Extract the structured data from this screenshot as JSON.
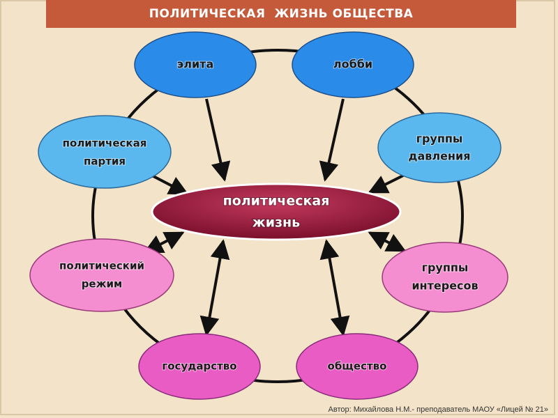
{
  "banner": {
    "title": "ПОЛИТИЧЕСКАЯ  ЖИЗНЬ ОБЩЕСТВА"
  },
  "center": {
    "lines": [
      "политическая",
      "жизнь"
    ]
  },
  "nodes": [
    {
      "id": "elite",
      "lines": [
        "элита"
      ],
      "color": "#2a8ce8"
    },
    {
      "id": "lobby",
      "lines": [
        "лобби"
      ],
      "color": "#2a8ce8"
    },
    {
      "id": "pressure",
      "lines": [
        "группы",
        "давления"
      ],
      "color": "#5ab8ef"
    },
    {
      "id": "party",
      "lines": [
        "политическая",
        "партия"
      ],
      "color": "#5ab8ef"
    },
    {
      "id": "interests",
      "lines": [
        "группы",
        "интересов"
      ],
      "color": "#f48ed0"
    },
    {
      "id": "regime",
      "lines": [
        "политический",
        "режим"
      ],
      "color": "#f48ed0"
    },
    {
      "id": "state",
      "lines": [
        "государство"
      ],
      "color": "#e85cc4"
    },
    {
      "id": "society",
      "lines": [
        "общество"
      ],
      "color": "#e85cc4"
    }
  ],
  "colors": {
    "banner": "#c45a3a",
    "background": "#f3e3c8",
    "center": "#8e1535",
    "ring": "#111111"
  },
  "footer": {
    "author": "Автор: Михайлова Н.М.- преподаватель МАОУ «Лицей № 21»"
  }
}
